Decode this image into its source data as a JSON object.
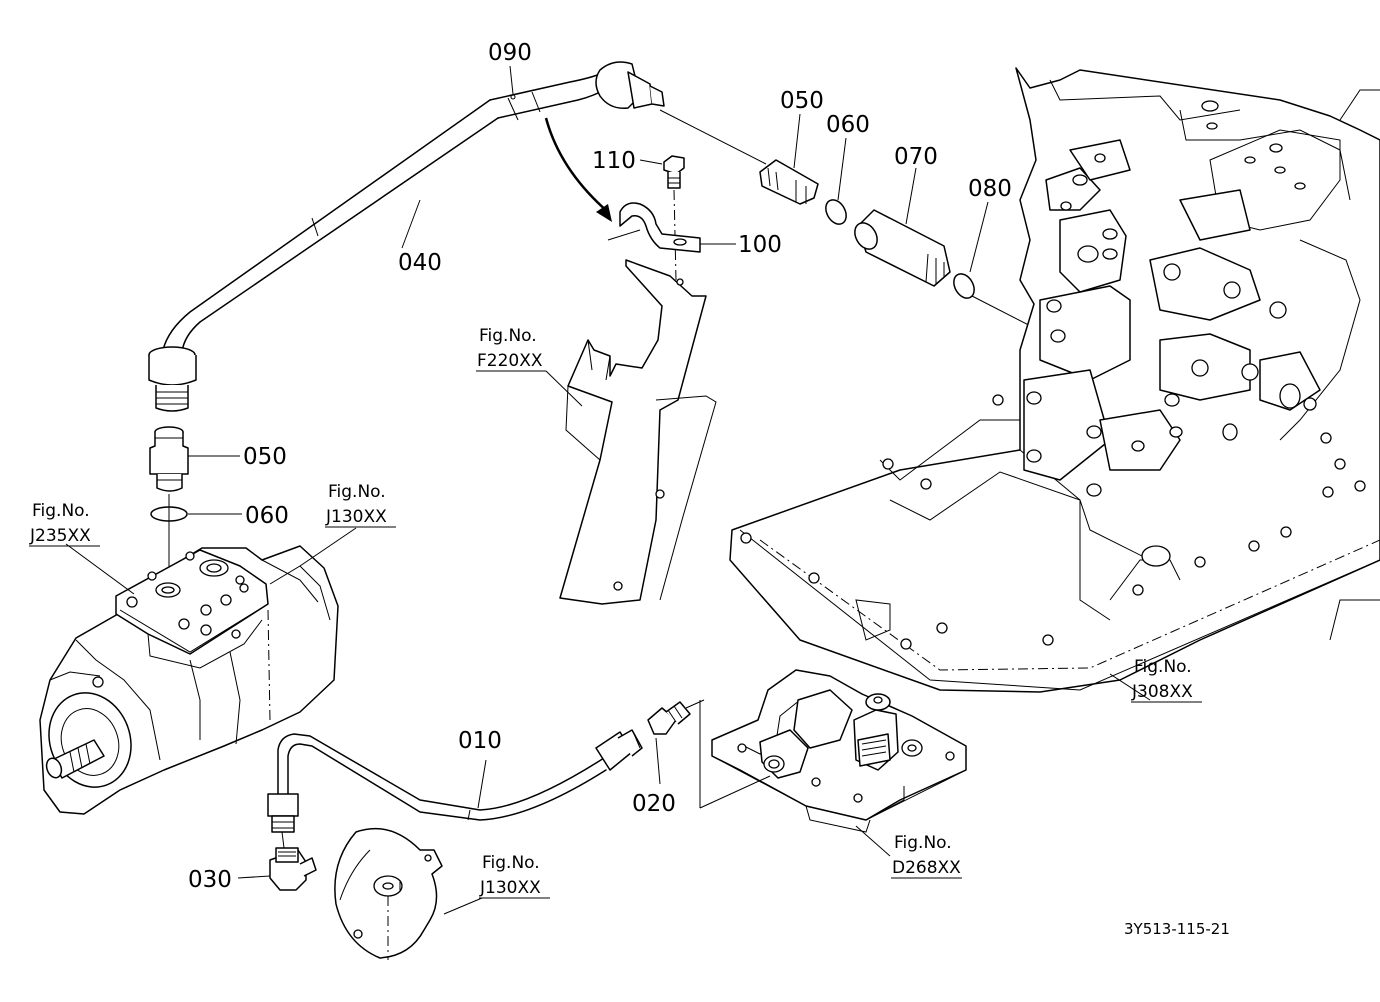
{
  "part_labels": {
    "p090": "090",
    "p040": "040",
    "p110": "110",
    "p100": "100",
    "p050_top": "050",
    "p060_top": "060",
    "p070": "070",
    "p080": "080",
    "p050_left": "050",
    "p060_left": "060",
    "p010": "010",
    "p020": "020",
    "p030": "030"
  },
  "figure_refs": {
    "f220": {
      "line1": "Fig.No.",
      "line2": "F220XX"
    },
    "j235": {
      "line1": "Fig.No.",
      "line2": "J235XX"
    },
    "j130_top": {
      "line1": "Fig.No.",
      "line2": "J130XX"
    },
    "j308": {
      "line1": "Fig.No.",
      "line2": "J308XX"
    },
    "d268": {
      "line1": "Fig.No.",
      "line2": "D268XX"
    },
    "j130_bottom": {
      "line1": "Fig.No.",
      "line2": "J130XX"
    }
  },
  "drawing_code": "3Y513-115-21"
}
